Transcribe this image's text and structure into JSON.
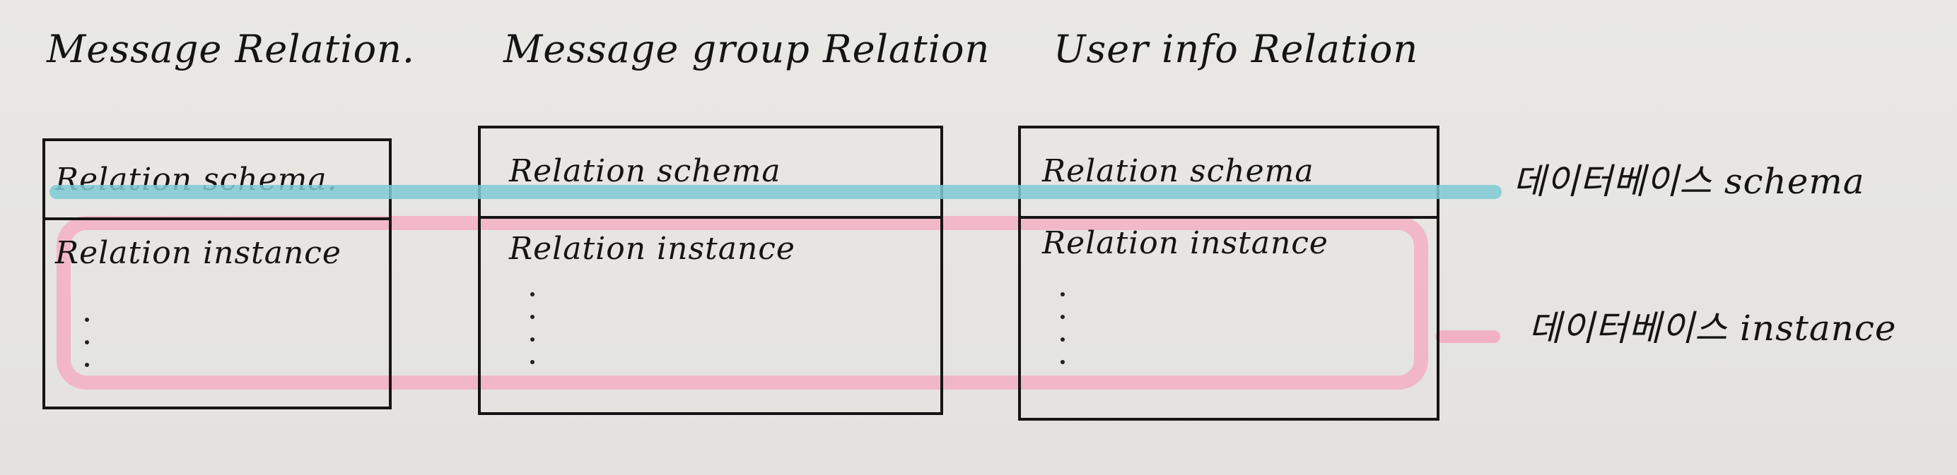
{
  "relations": [
    {
      "title": "Message Relation.",
      "schema_label": "Relation schema.",
      "instance_label": "Relation instance"
    },
    {
      "title": "Message group Relation",
      "schema_label": "Relation schema",
      "instance_label": "Relation instance"
    },
    {
      "title": "User info Relation",
      "schema_label": "Relation schema",
      "instance_label": "Relation instance"
    }
  ],
  "legend": {
    "schema_label": "데이터베이스 schema",
    "instance_label": "데이터베이스 instance"
  },
  "colors": {
    "schema_highlight": "#7ec9d3",
    "instance_highlight": "#f5a8bd",
    "ink": "#151515",
    "paper": "#e6e5e2"
  }
}
